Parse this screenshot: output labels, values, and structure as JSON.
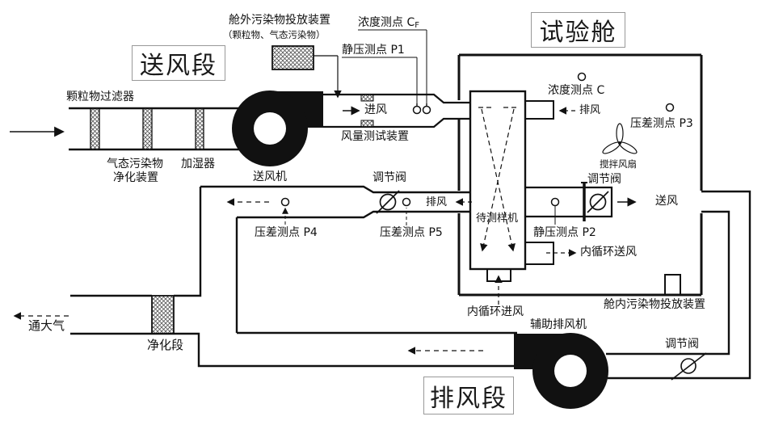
{
  "diagram": {
    "background": "#ffffff",
    "line_color": "#111111",
    "titles": {
      "supply_section": "送风段",
      "test_chamber": "试验舱",
      "exhaust_section": "排风段"
    },
    "labels": {
      "particulate_filter": "颗粒物过滤器",
      "gaseous_purifier_line1": "气态污染物",
      "gaseous_purifier_line2": "净化装置",
      "humidifier": "加湿器",
      "supply_fan": "送风机",
      "outside_dosing_line1": "舱外污染物投放装置",
      "outside_dosing_line2": "（颗粒物、气态污染物）",
      "concentration_cf_text": "浓度测点 C",
      "concentration_cf_sub": "F",
      "static_pressure_p1": "静压测点 P1",
      "intake_air": "进风",
      "airflow_test_device": "风量测试装置",
      "concentration_c": "浓度测点 C",
      "exhaust_air_top": "排风",
      "diff_pressure_p3": "压差测点 P3",
      "stirring_fan": "搅拌风扇",
      "valve_chamber": "调节阀",
      "supply_air": "送风",
      "static_pressure_p2": "静压测点 P2",
      "inner_loop_supply": "内循环送风",
      "sample_under_test": "待测样机",
      "inner_loop_intake": "内循环进风",
      "aux_exhaust_fan": "辅助排风机",
      "chamber_dosing_device": "舱内污染物投放装置",
      "valve_bottom_right": "调节阀",
      "valve_left_duct": "调节阀",
      "diff_pressure_p5": "压差测点 P5",
      "diff_pressure_p4": "压差测点 P4",
      "exhaust_air_left": "排风",
      "to_atmosphere": "通大气",
      "purification_section": "净化段"
    }
  }
}
